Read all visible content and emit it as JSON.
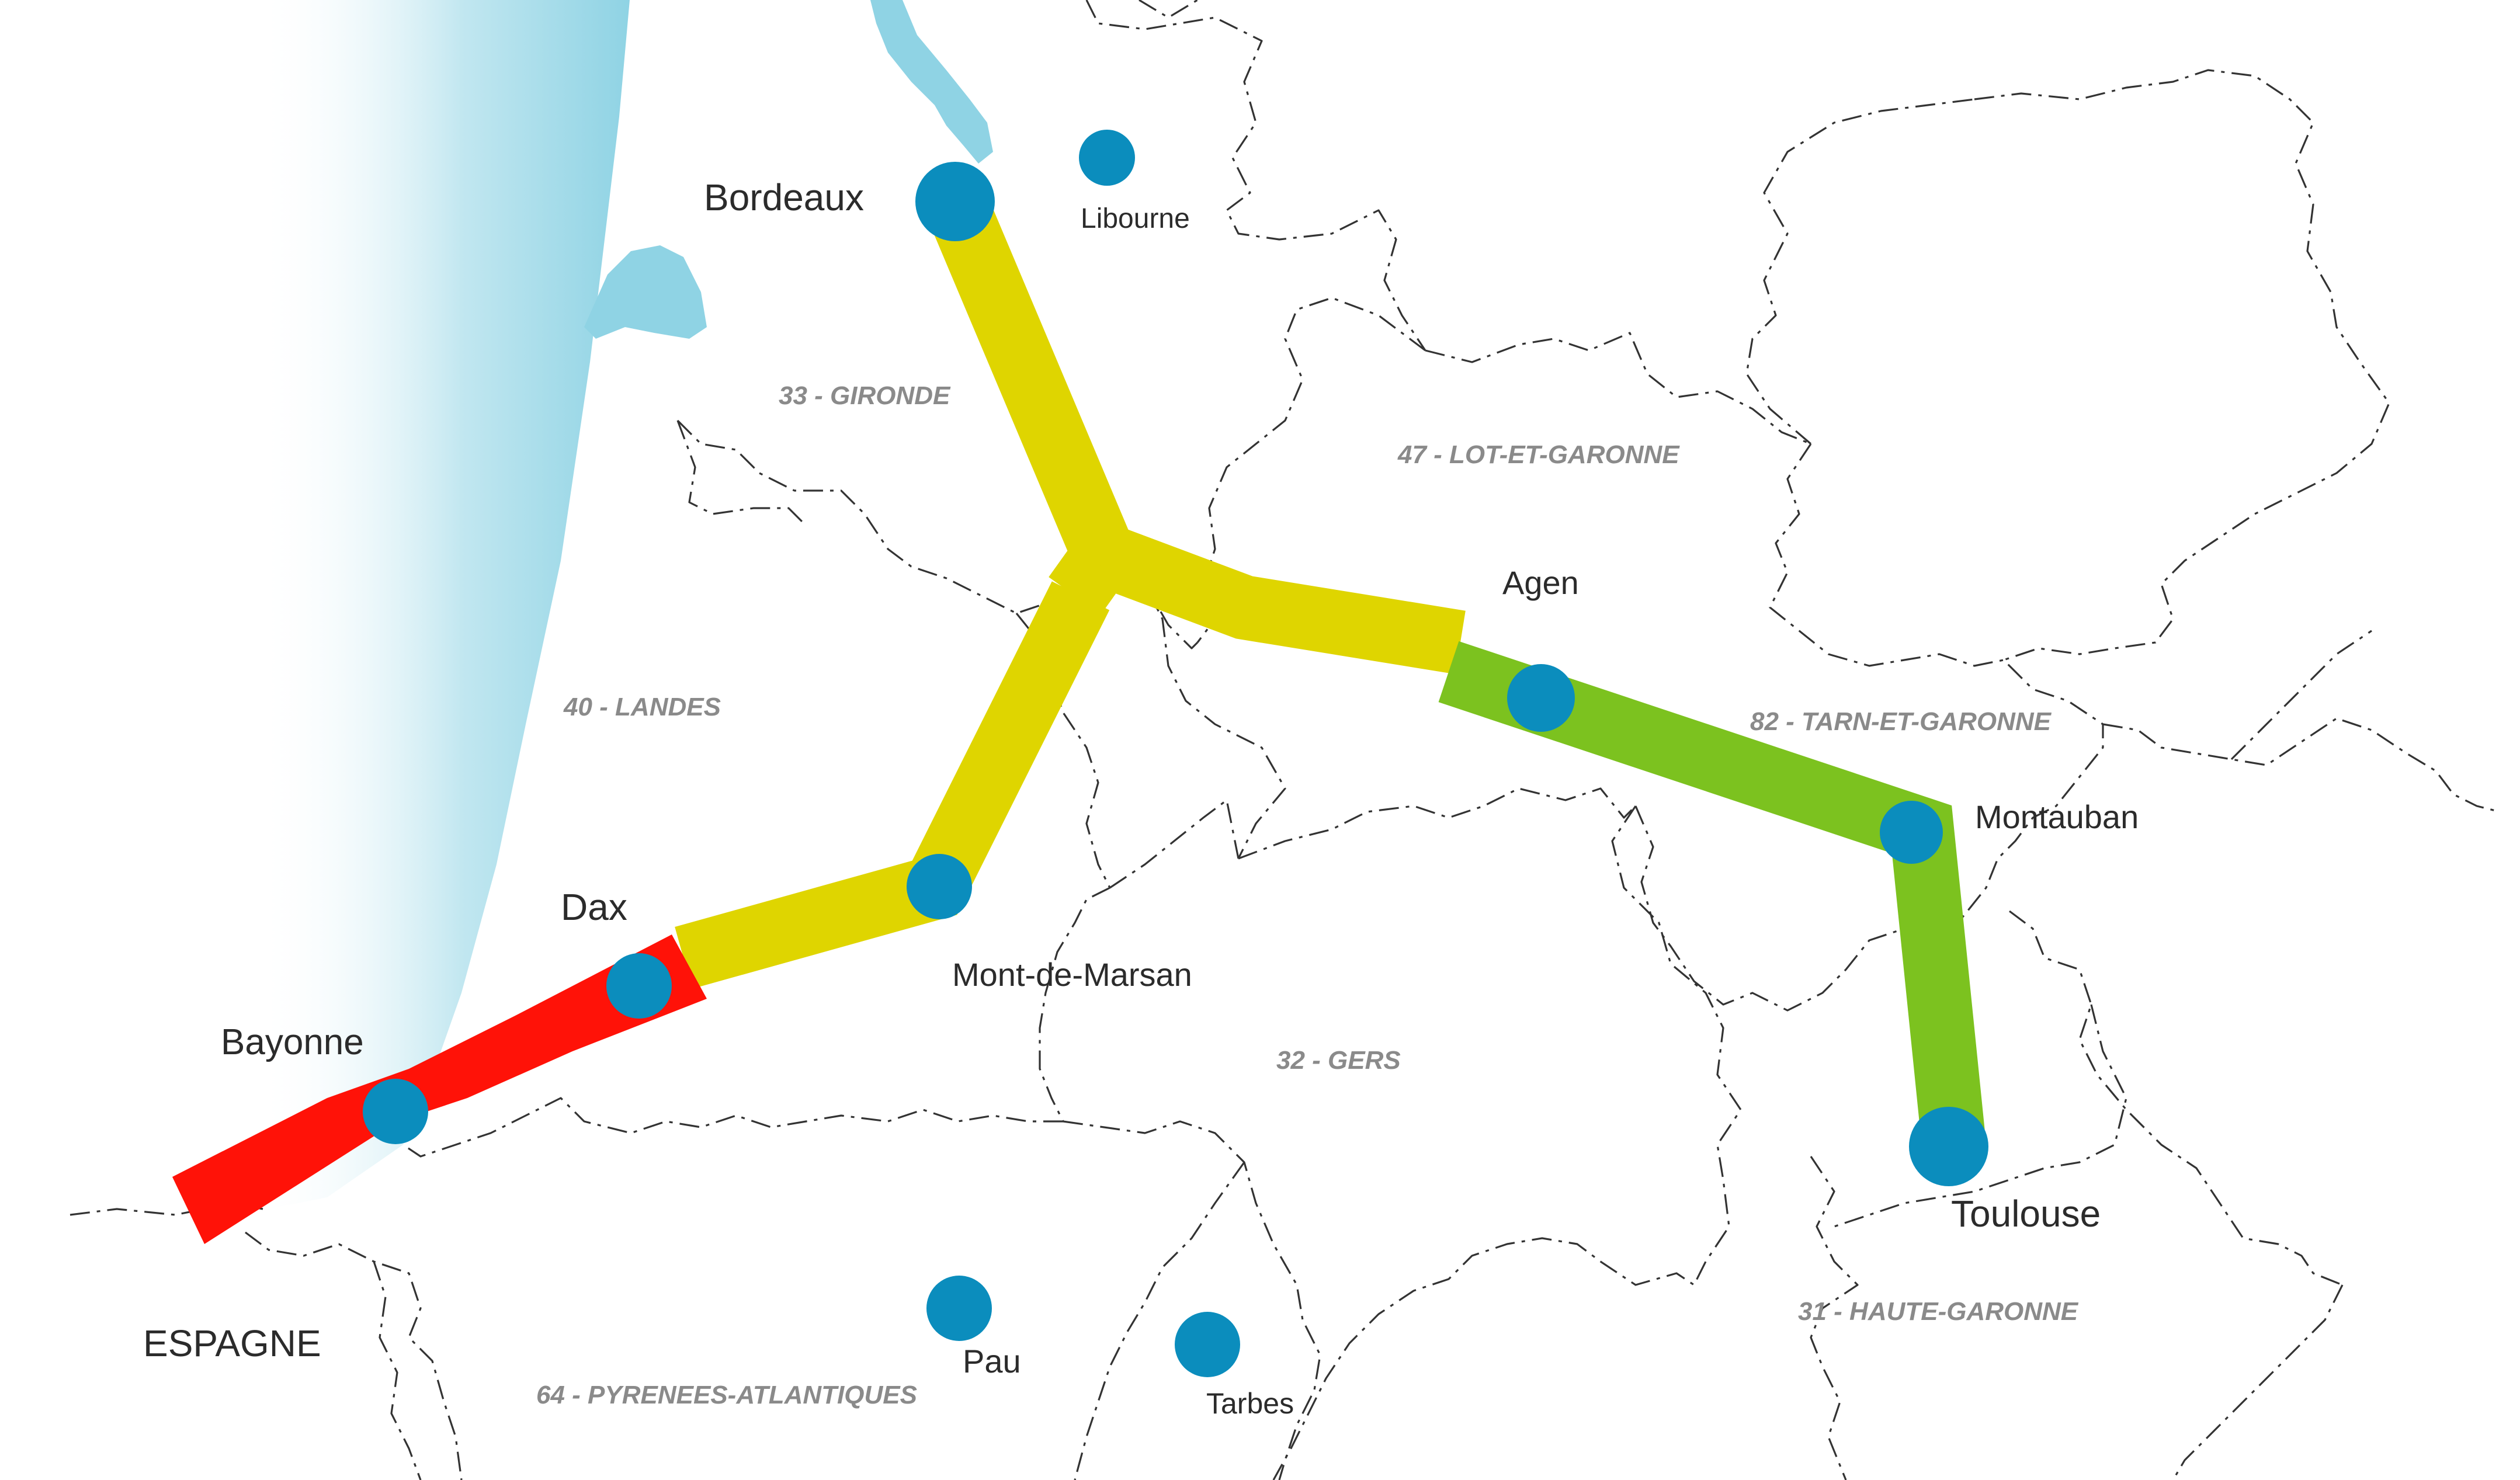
{
  "colors": {
    "sea": "#8fd3e4",
    "yellow_section": "#dfd500",
    "green_section": "#7cc21f",
    "red_section": "#ff1208",
    "city_dot": "#0b8dbd",
    "dept_label": "#8a8a8a"
  },
  "cities": {
    "bordeaux": "Bordeaux",
    "libourne": "Libourne",
    "agen": "Agen",
    "montauban": "Montauban",
    "toulouse": "Toulouse",
    "mont_de_marsan": "Mont-de-Marsan",
    "dax": "Dax",
    "bayonne": "Bayonne",
    "pau": "Pau",
    "tarbes": "Tarbes"
  },
  "country": "ESPAGNE",
  "departments": {
    "gironde": "33 - GIRONDE",
    "lot_et_garonne": "47 - LOT-ET-GARONNE",
    "landes": "40 - LANDES",
    "tarn_et_garonne": "82 - TARN-ET-GARONNE",
    "gers": "32 - GERS",
    "haute_garonne": "31 - HAUTE-GARONNE",
    "pyrenees_atlantiques": "64 - PYRENEES-ATLANTIQUES"
  }
}
